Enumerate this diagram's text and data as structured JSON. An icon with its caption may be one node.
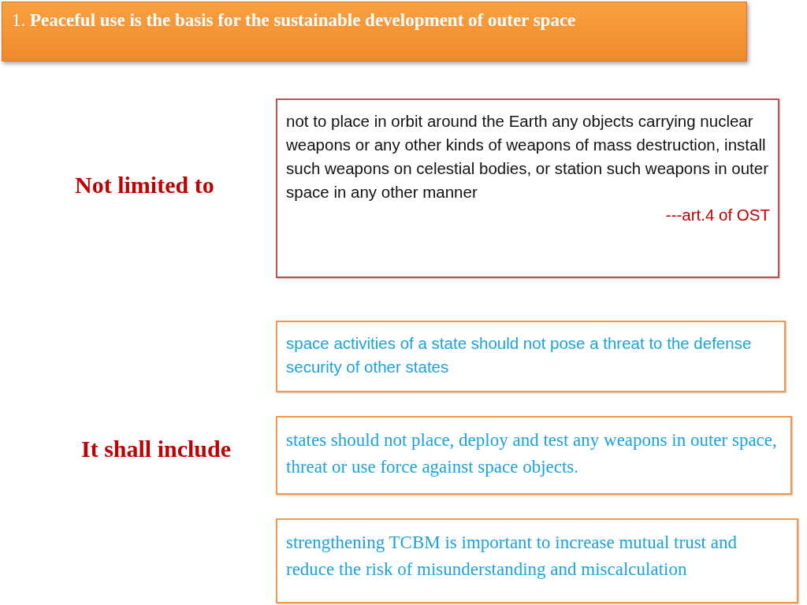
{
  "diagram": {
    "title": "1. **Peaceful use is the basis for the sustainable development of outer space**",
    "nodes": [
      {
        "text": [
          "not to place in orbit around the Earth any objects carrying nuclear weapons or any other kinds of weapons of mass destruction, install such weapons on celestial bodies, or station such weapons in outer space in any other manner",
          "---art.4 of OST"
        ]
      },
      {
        "text": [
          "space activities of a state should not pose a threat to the defense security of other states"
        ]
      },
      {
        "text": [
          "states should not place, deploy and test any weapons in outer space, threat or use force against space objects."
        ]
      },
      {
        "text": [
          "strengthening TCBM is important to increase mutual trust and reduce the risk of misunderstanding and miscalculation"
        ]
      }
    ],
    "labels": [
      "Not limited to",
      "It shall include"
    ]
  }
}
